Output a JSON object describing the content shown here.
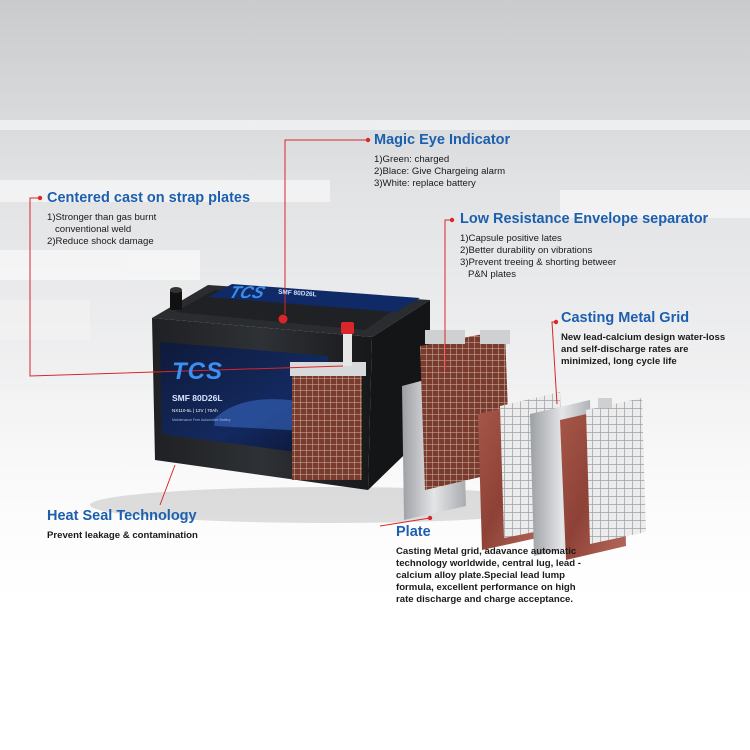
{
  "theme": {
    "title_color": "#1c5fae",
    "leader_color": "#d8262a"
  },
  "battery": {
    "brand": "TCS",
    "lid_brand": "TCS",
    "lid_model": "SMF 80D26L",
    "model": "SMF 80D26L",
    "spec_code": "NX110-5L",
    "voltage": "12V",
    "capacity": "70Ah",
    "tagline": "Maintenance Free Automotive Battery"
  },
  "callouts": {
    "magic_eye": {
      "title": "Magic Eye Indicator",
      "lines": [
        "1)Green: charged",
        "2)Blace: Give Chargeing alarm",
        "3)White: replace battery"
      ]
    },
    "strap": {
      "title": "Centered cast on strap plates",
      "lines": [
        "1)Stronger than gas burnt",
        "   conventional weld",
        "2)Reduce shock damage"
      ]
    },
    "separator": {
      "title": "Low Resistance Envelope separator",
      "lines": [
        "1)Capsule positive lates",
        "2)Better durability on vibrations",
        "3)Prevent treeing & shorting betweer",
        "   P&N plates"
      ]
    },
    "grid": {
      "title": "Casting Metal Grid",
      "text": "New lead-calcium design water-loss and self-discharge rates are minimized, long cycle life"
    },
    "heat_seal": {
      "title": "Heat Seal Technology",
      "text": "Prevent leakage & contamination"
    },
    "plate": {
      "title": "Plate",
      "text": "Casting Metal grid, adavance automatic technology worldwide, central lug, lead -calcium alloy plate.Special lead lump formula, excellent performance on high rate discharge and charge acceptance."
    }
  }
}
